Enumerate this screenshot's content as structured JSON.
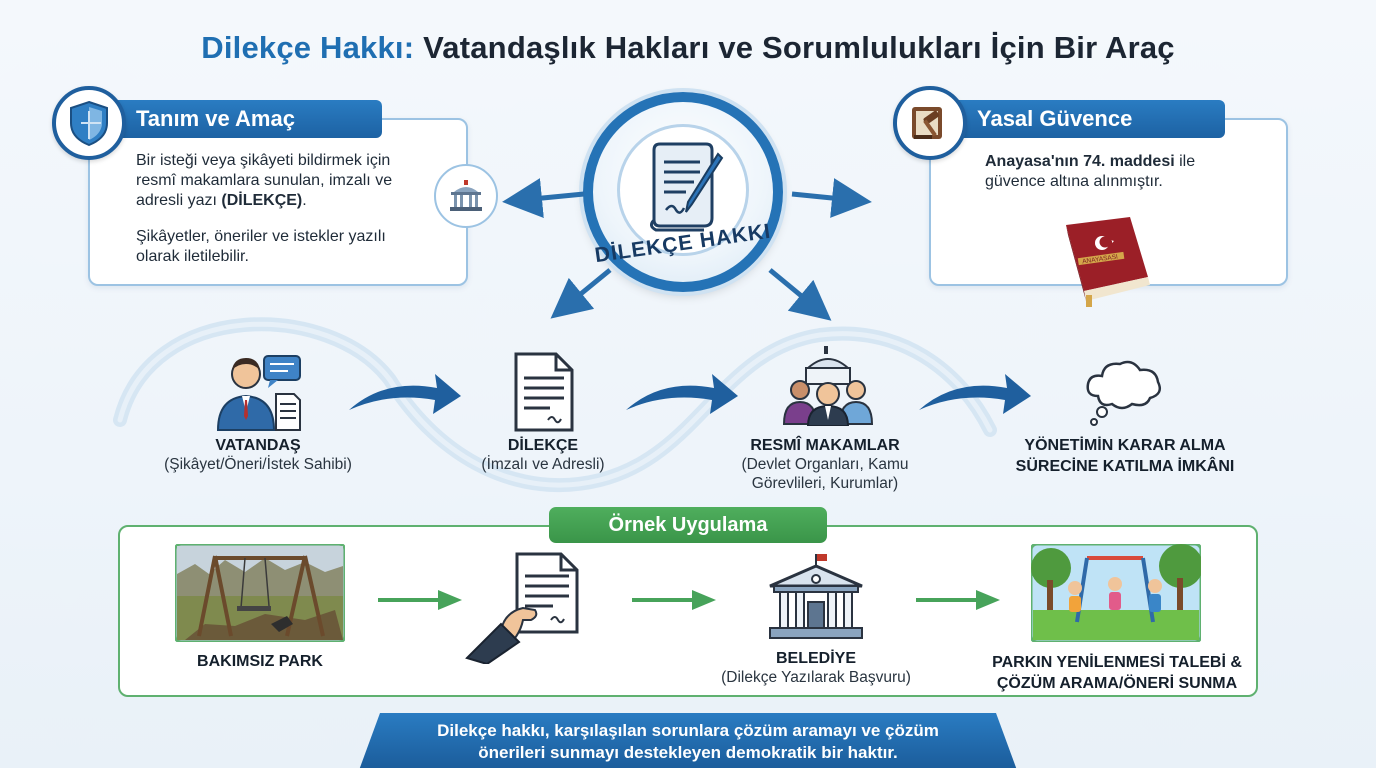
{
  "title": {
    "accent": "Dilekçe Hakkı:",
    "rest": "Vatandaşlık Hakları ve Sorumlulukları İçin Bir Araç"
  },
  "definition_card": {
    "header": "Tanım ve Amaç",
    "line1": "Bir isteği veya şikâyeti bildirmek için",
    "line2": "resmî makamlara sunulan, imzalı ve",
    "line3_prefix": "adresli yazı ",
    "line3_bold": "(DİLEKÇE)",
    "line3_suffix": ".",
    "line4": "Şikâyetler, öneriler ve istekler yazılı",
    "line5": "olarak iletilebilir."
  },
  "legal_card": {
    "header": "Yasal Güvence",
    "line1_bold": "Anayasa'nın 74. maddesi",
    "line1_rest": " ile",
    "line2": "güvence altına alınmıştır.",
    "book_label": "ANAYASASI"
  },
  "center": {
    "label": "DİLEKÇE HAKKI"
  },
  "flow": [
    {
      "title": "VATANDAŞ",
      "sub": "(Şikâyet/Öneri/İstek Sahibi)"
    },
    {
      "title": "DİLEKÇE",
      "sub": "(İmzalı ve Adresli)"
    },
    {
      "title": "RESMÎ MAKAMLAR",
      "sub1": "(Devlet Organları, Kamu",
      "sub2": "Görevlileri, Kurumlar)"
    },
    {
      "title1": "YÖNETİMİN KARAR ALMA",
      "title2": "SÜRECİNE KATILMA İMKÂNI"
    }
  ],
  "example": {
    "tag": "Örnek Uygulama",
    "step1": "BAKIMSIZ PARK",
    "step3_title": "BELEDİYE",
    "step3_sub": "(Dilekçe Yazılarak Başvuru)",
    "step4_line1": "PARKIN YENİLENMESİ TALEBİ &",
    "step4_line2": "ÇÖZÜM ARAMA/ÖNERİ SUNMA"
  },
  "footer": {
    "line1": "Dilekçe hakkı, karşılaşılan sorunlara çözüm aramayı ve çözüm",
    "line2": "önerileri sunmayı destekleyen demokratik bir haktır."
  },
  "colors": {
    "primary_blue": "#1f6fb2",
    "dark_blue": "#1a5a98",
    "green": "#3a9549",
    "book_red": "#a8232a"
  }
}
